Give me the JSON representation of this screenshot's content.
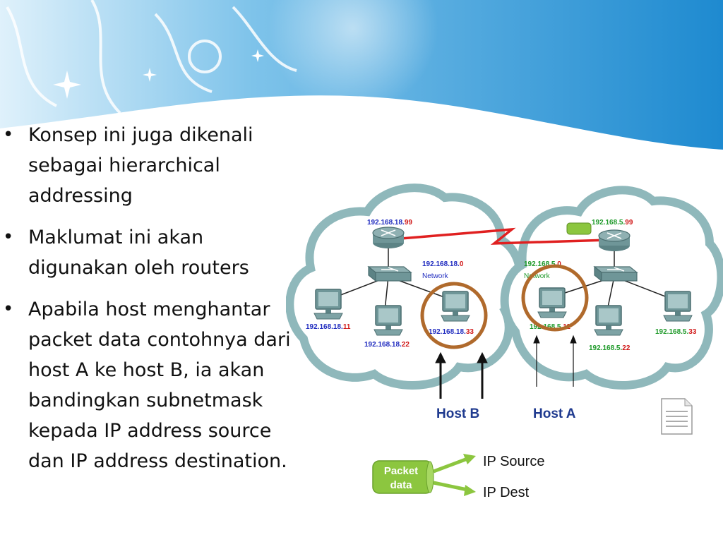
{
  "bullets": [
    {
      "text": "Konsep ini juga dikenali sebagai hierarchical addressing"
    },
    {
      "text": " Maklumat ini akan digunakan oleh routers"
    },
    {
      "text": "Apabila host menghantar packet data contohnya dari host A ke host B, ia akan bandingkan subnetmask  kepada IP address source dan IP address destination."
    }
  ],
  "bullet_symbol": "•",
  "network_left": {
    "router_ip_prefix": "192.168.18.",
    "router_ip_suffix": "99",
    "network_ip_prefix": "192.168.18.",
    "network_ip_suffix": "0",
    "network_label": "Network",
    "hosts": [
      {
        "prefix": "192.168.18.",
        "suffix": "11"
      },
      {
        "prefix": "192.168.18.",
        "suffix": "22"
      },
      {
        "prefix": "192.168.18.",
        "suffix": "33"
      }
    ]
  },
  "network_right": {
    "router_ip_prefix": "192.168.5.",
    "router_ip_suffix": "99",
    "network_ip_prefix": "192.168.5.",
    "network_ip_suffix": "0",
    "network_label": "Network",
    "hosts": [
      {
        "prefix": "192.168.5.",
        "suffix": "11"
      },
      {
        "prefix": "192.168.5.",
        "suffix": "22"
      },
      {
        "prefix": "192.168.5.",
        "suffix": "33"
      }
    ]
  },
  "host_b_label": "Host B",
  "host_a_label": "Host A",
  "packet_label_line1": "Packet",
  "packet_label_line2": "data",
  "ip_source_label": "IP Source",
  "ip_dest_label": "IP Dest",
  "colors": {
    "ip_blue": "#1f2bbf",
    "ip_red": "#d01818",
    "ip_green": "#1f9a2a",
    "cloud_stroke": "#8fb8bb",
    "circle_brown": "#b06a2c",
    "link_red": "#e02020",
    "host_label": "#1f3a8f",
    "packet_green": "#8cc63f",
    "banner_blue": "#3a9bd8"
  }
}
